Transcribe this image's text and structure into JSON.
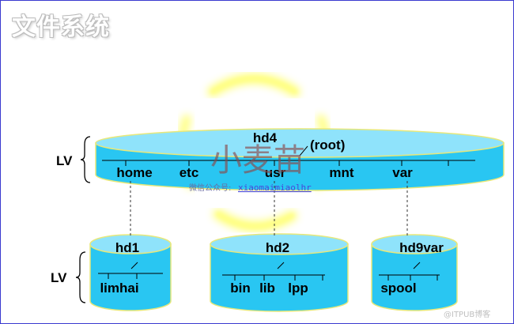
{
  "title": "文件系统",
  "colors": {
    "cylinder_body": "#29c6f2",
    "cylinder_top": "#8fe3fb",
    "cylinder_edge": "#e8e87a",
    "glow": "#ffff70",
    "frame": "#3a3ad0"
  },
  "top_volume": {
    "level_label": "LV",
    "name": "hd4",
    "root_label": "(root)",
    "dirs": [
      "home",
      "etc",
      "usr",
      "mnt",
      "var"
    ]
  },
  "bottom_level_label": "LV",
  "bottom_volumes": [
    {
      "name": "hd1",
      "dirs": [
        "limhai"
      ]
    },
    {
      "name": "hd2",
      "dirs": [
        "bin",
        "lib",
        "lpp"
      ]
    },
    {
      "name": "hd9var",
      "dirs": [
        "spool"
      ]
    }
  ],
  "watermark": {
    "text": "小麦苗",
    "caption": "微信公众号:",
    "handle": "xiaomaimiaolhr",
    "corner": "@ITPUB博客"
  }
}
